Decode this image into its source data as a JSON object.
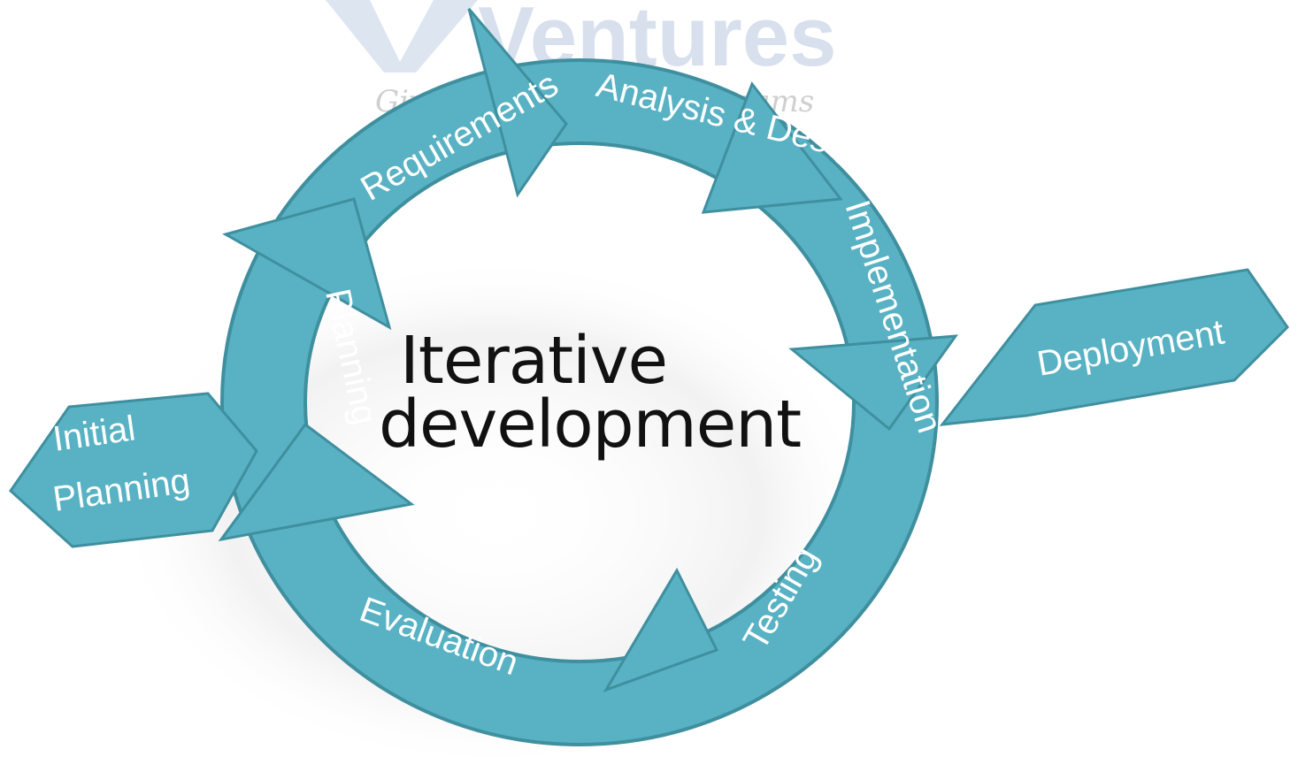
{
  "watermark": {
    "brand": "Ventures",
    "tagline": "Giving wings to your dreams"
  },
  "title": {
    "line1": "Iterative",
    "line2": "development"
  },
  "cycle_steps": [
    "Planning",
    "Requirements",
    "Analysis & Design",
    "Implementation",
    "Testing",
    "Evaluation"
  ],
  "entry": {
    "label_line1": "Initial",
    "label_line2": "Planning"
  },
  "exit": {
    "label": "Deployment"
  },
  "colors": {
    "arrow_fill": "#58b2c3",
    "arrow_edge": "#3f8f9f",
    "watermark_brand": "#cfd9ea",
    "watermark_tagline": "#c4c4c4",
    "title_text": "#111111"
  }
}
